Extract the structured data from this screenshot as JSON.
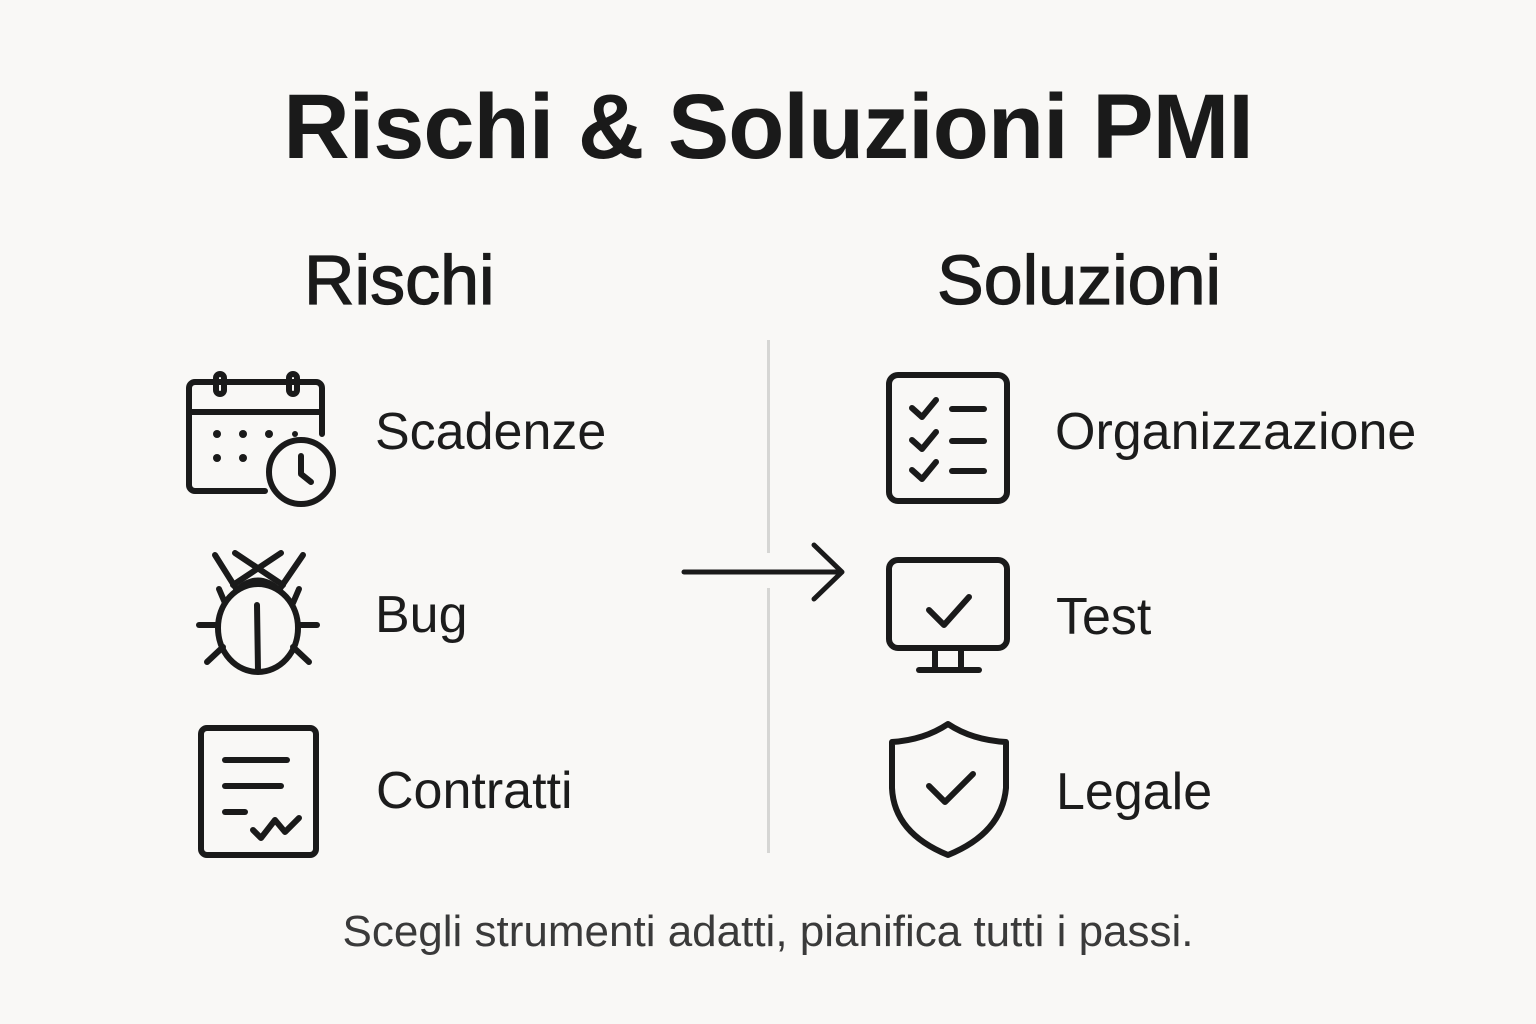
{
  "title": "Rischi & Soluzioni PMI",
  "columns": {
    "left": {
      "heading": "Rischi",
      "items": [
        {
          "label": "Scadenze",
          "icon": "calendar-clock-icon"
        },
        {
          "label": "Bug",
          "icon": "bug-icon"
        },
        {
          "label": "Contratti",
          "icon": "contract-signature-icon"
        }
      ]
    },
    "right": {
      "heading": "Soluzioni",
      "items": [
        {
          "label": "Organizzazione",
          "icon": "checklist-icon"
        },
        {
          "label": "Test",
          "icon": "monitor-check-icon"
        },
        {
          "label": "Legale",
          "icon": "shield-check-icon"
        }
      ]
    }
  },
  "connector": {
    "icon": "arrow-right-icon"
  },
  "footer": "Scegli strumenti adatti, pianifica tutti i passi.",
  "colors": {
    "background": "#f9f8f6",
    "ink": "#1a1a1a",
    "divider": "#d6d6d4",
    "footer_text": "#3a3a3a"
  }
}
